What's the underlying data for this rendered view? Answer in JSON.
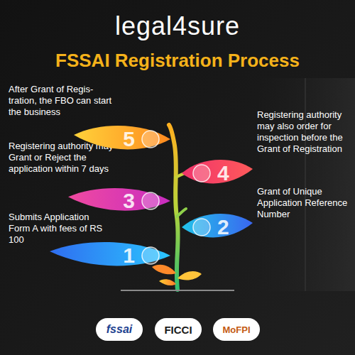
{
  "diagram": {
    "title": "FSSAI Registration Process",
    "nodes": [
      {
        "text": [
          "1",
          "Submits Application Form A with fees of RS 100"
        ]
      },
      {
        "text": [
          "2",
          "Grant of Unique Application Reference Number"
        ]
      },
      {
        "text": [
          "3",
          "Registering authority may Grant or Reject the application within 7 days"
        ]
      },
      {
        "text": [
          "4",
          "Registering authority may also order for inspection before the Grant of Registration"
        ]
      },
      {
        "text": [
          "5",
          "After Grant of Regis- tration, the FBO can start the business"
        ]
      }
    ],
    "labels": [
      "legal4sure",
      "fssai",
      "FICCI",
      "MoFPI"
    ]
  }
}
